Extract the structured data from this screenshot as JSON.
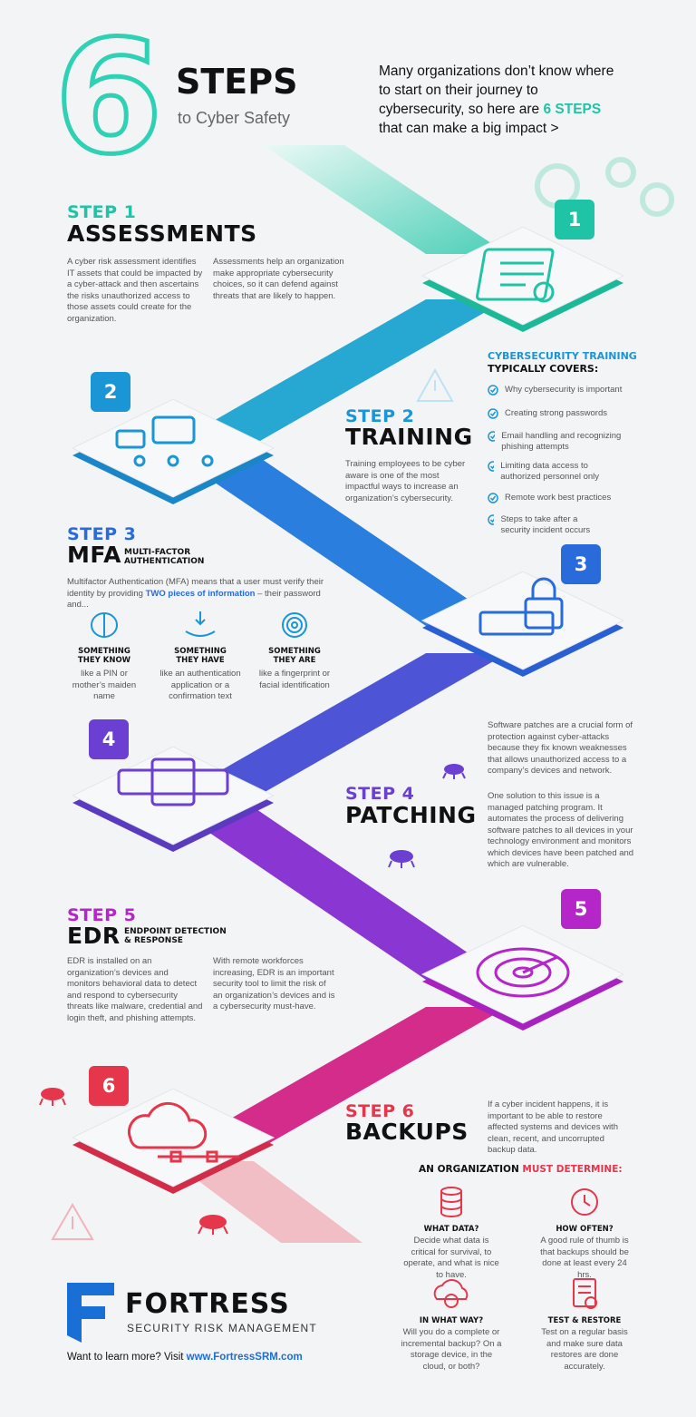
{
  "header": {
    "big_number": "6",
    "steps": "STEPS",
    "subtitle": "to Cyber Safety",
    "intro_part1": "Many organizations don’t know where to start on their journey to cybersecurity, so here are ",
    "intro_highlight": "6 STEPS",
    "intro_part2": " that can make a big impact >"
  },
  "step1": {
    "label": "STEP 1",
    "title": "ASSESSMENTS",
    "text_left": "A cyber risk assessment identifies IT assets that could be impacted by a cyber-attack and then ascertains the risks unauthorized access to those assets could create for the organization.",
    "text_right": "Assessments help an organization make appropriate cybersecurity choices, so it can defend against threats that are likely to happen.",
    "badge": "1"
  },
  "training_list": {
    "heading1": "CYBERSECURITY TRAINING",
    "heading2": "TYPICALLY COVERS:",
    "items": [
      "Why cybersecurity is important",
      "Creating strong passwords",
      "Email handling and recognizing phishing attempts",
      "Limiting data access to authorized personnel only",
      "Remote work best practices",
      "Steps to take after a security incident occurs"
    ]
  },
  "step2": {
    "label": "STEP 2",
    "title": "TRAINING",
    "text": "Training employees to be cyber aware is one of the most impactful ways to increase an organization’s cybersecurity.",
    "badge": "2"
  },
  "step3": {
    "label": "STEP 3",
    "title": "MFA",
    "subtitle1": "MULTI-FACTOR",
    "subtitle2": "AUTHENTICATION",
    "text_part1": "Multifactor Authentication (MFA) means that a user must verify their identity by providing ",
    "text_highlight": "TWO pieces of information",
    "text_part2": " – their password and...",
    "badge": "3",
    "factors": [
      {
        "title1": "SOMETHING",
        "title2": "THEY KNOW",
        "desc": "like a PIN or mother’s maiden name",
        "icon": "brain-icon"
      },
      {
        "title1": "SOMETHING",
        "title2": "THEY HAVE",
        "desc": "like an authentication application or a confirmation text",
        "icon": "hand-icon"
      },
      {
        "title1": "SOMETHING",
        "title2": "THEY ARE",
        "desc": "like a fingerprint or facial identification",
        "icon": "fingerprint-icon"
      }
    ]
  },
  "step4": {
    "label": "STEP 4",
    "title": "PATCHING",
    "text1": "Software patches are a crucial form of protection against cyber-attacks because they fix known weaknesses that allows unauthorized access to a company’s devices and network.",
    "text2": "One solution to this issue is a managed patching program. It automates the process of delivering software patches to all devices in your technology environment and monitors which devices have been patched and which are vulnerable.",
    "badge": "4"
  },
  "step5": {
    "label": "STEP 5",
    "title": "EDR",
    "subtitle1": "ENDPOINT DETECTION",
    "subtitle2": "& RESPONSE",
    "text_left": "EDR is installed on an organization’s devices and monitors behavioral data to detect and respond to cybersecurity threats like malware, credential and login theft, and phishing attempts.",
    "text_right": "With remote workforces increasing, EDR is an important security tool to limit the risk of an organization’s devices and is a cybersecurity must-have.",
    "badge": "5"
  },
  "step6": {
    "label": "STEP 6",
    "title": "BACKUPS",
    "text": "If a cyber incident happens, it is important to be able to restore affected systems and devices with clean, recent, and uncorrupted backup data.",
    "badge": "6",
    "determine_part1": "AN ORGANIZATION ",
    "determine_highlight": "MUST DETERMINE:",
    "items": [
      {
        "title": "WHAT DATA?",
        "desc": "Decide what data is critical for survival, to operate, and what is nice to have.",
        "icon": "database-icon"
      },
      {
        "title": "HOW OFTEN?",
        "desc": "A good rule of thumb is that backups should be done at least every 24 hrs.",
        "icon": "clock-icon"
      },
      {
        "title": "IN WHAT WAY?",
        "desc": "Will you do a complete or incremental backup? On a storage device, in the cloud, or both?",
        "icon": "cloud-sync-icon"
      },
      {
        "title": "TEST & RESTORE",
        "desc": "Test on a regular basis and make sure data restores are done accurately.",
        "icon": "checklist-icon"
      }
    ]
  },
  "footer": {
    "brand": "FORTRESS",
    "brand_sub": "SECURITY RISK MANAGEMENT",
    "cta_text": "Want to learn more? Visit ",
    "cta_link": "www.FortressSRM.com"
  },
  "colors": {
    "teal": "#1fc4a6",
    "blue": "#1a95d6",
    "royal": "#2a6bdc",
    "purple": "#6a3fd1",
    "magenta": "#b526c9",
    "red": "#e5364b"
  }
}
